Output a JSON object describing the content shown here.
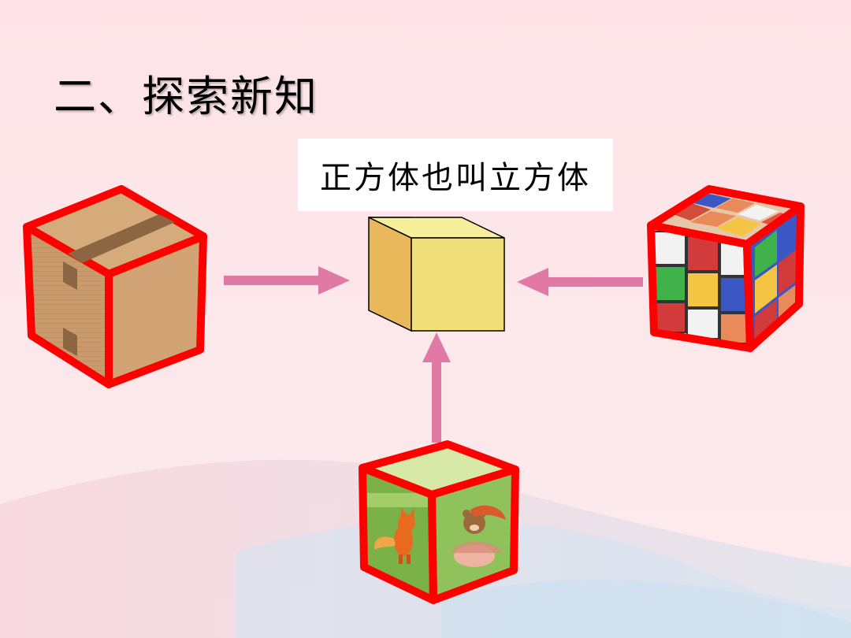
{
  "slide": {
    "title": "二、探索新知",
    "label": "正方体也叫立方体"
  },
  "objects": {
    "left": "cardboard-box",
    "right": "rubiks-cube",
    "bottom": "picture-block",
    "center": "yellow-cube"
  },
  "colors": {
    "background": "#fde7ea",
    "arrow": "#e07aa5",
    "outline": "#ff0000",
    "cube_front": "#f1e07a",
    "cube_top": "#f6ef9c",
    "cube_side": "#e8b85a",
    "box_brown": "#c99a6b"
  }
}
